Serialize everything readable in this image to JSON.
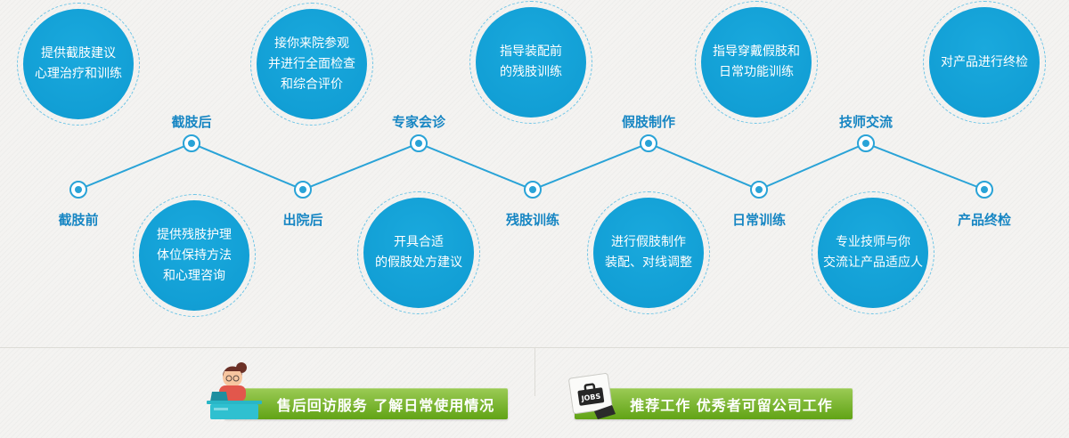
{
  "palette": {
    "circle_blue": "#12a0d6",
    "dashed_ring": "#6cc4e6",
    "label_blue": "#1786c3",
    "line_blue": "#29a3d7",
    "banner_green_top": "#9bcb55",
    "banner_green_bottom": "#61a315"
  },
  "bubbles": [
    {
      "text": "提供截肢建议\n心理治疗和训练"
    },
    {
      "text": "接你来院参观\n并进行全面检查\n和综合评价"
    },
    {
      "text": "指导装配前\n的残肢训练"
    },
    {
      "text": "指导穿戴假肢和\n日常功能训练"
    },
    {
      "text": "对产品进行终检"
    },
    {
      "text": "提供残肢护理\n体位保持方法\n和心理咨询"
    },
    {
      "text": "开具合适\n的假肢处方建议"
    },
    {
      "text": "进行假肢制作\n装配、对线调整"
    },
    {
      "text": "专业技师与你\n交流让产品适应人"
    }
  ],
  "steps": [
    {
      "label": "截肢前"
    },
    {
      "label": "截肢后"
    },
    {
      "label": "出院后"
    },
    {
      "label": "专家会诊"
    },
    {
      "label": "残肢训练"
    },
    {
      "label": "假肢制作"
    },
    {
      "label": "日常训练"
    },
    {
      "label": "技师交流"
    },
    {
      "label": "产品终检"
    }
  ],
  "banners": {
    "aftercare": {
      "label": "售后回访服务 了解日常使用情况"
    },
    "jobs": {
      "label": "推荐工作 优秀者可留公司工作",
      "badge": "JOBS"
    }
  }
}
